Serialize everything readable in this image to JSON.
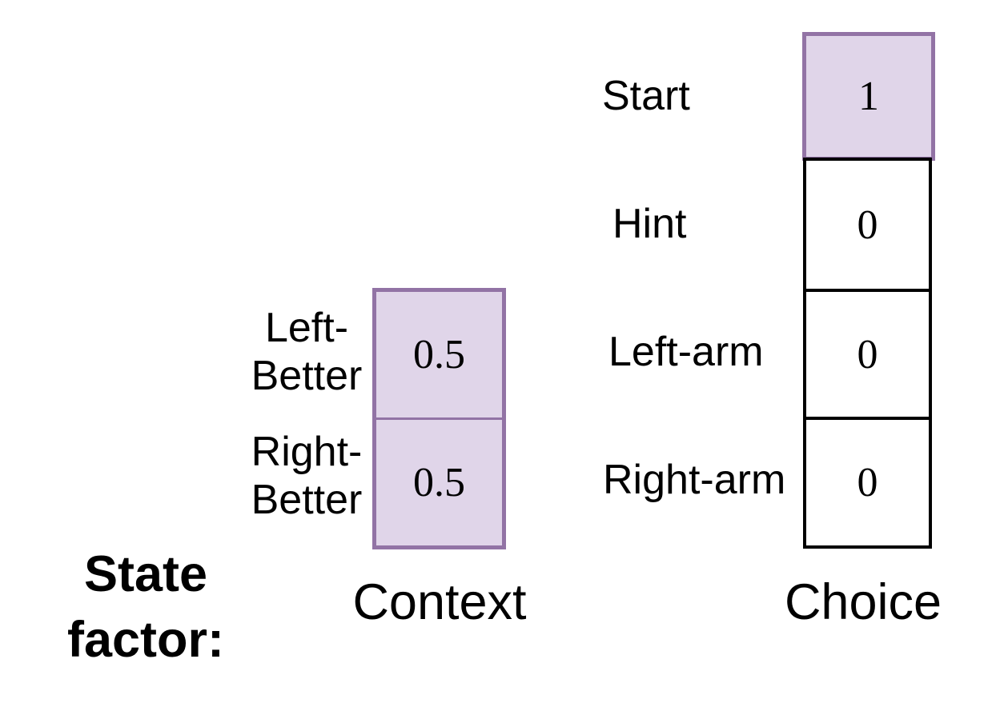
{
  "colors": {
    "highlight_fill": "#E0D5E9",
    "highlight_border": "#9273A5",
    "cell_border": "#000000",
    "text": "#000000",
    "background": "#FFFFFF"
  },
  "title": {
    "lines": [
      "State",
      "factor:"
    ]
  },
  "factors": {
    "context": {
      "name": "Context",
      "rows": [
        {
          "label_lines": [
            "Left-",
            "Better"
          ],
          "value": "0.5",
          "highlighted": true
        },
        {
          "label_lines": [
            "Right-",
            "Better"
          ],
          "value": "0.5",
          "highlighted": true
        }
      ]
    },
    "choice": {
      "name": "Choice",
      "rows": [
        {
          "label": "Start",
          "value": "1",
          "highlighted": true
        },
        {
          "label": "Hint",
          "value": "0",
          "highlighted": false
        },
        {
          "label": "Left-arm",
          "value": "0",
          "highlighted": false
        },
        {
          "label": "Right-arm",
          "value": "0",
          "highlighted": false
        }
      ]
    }
  }
}
